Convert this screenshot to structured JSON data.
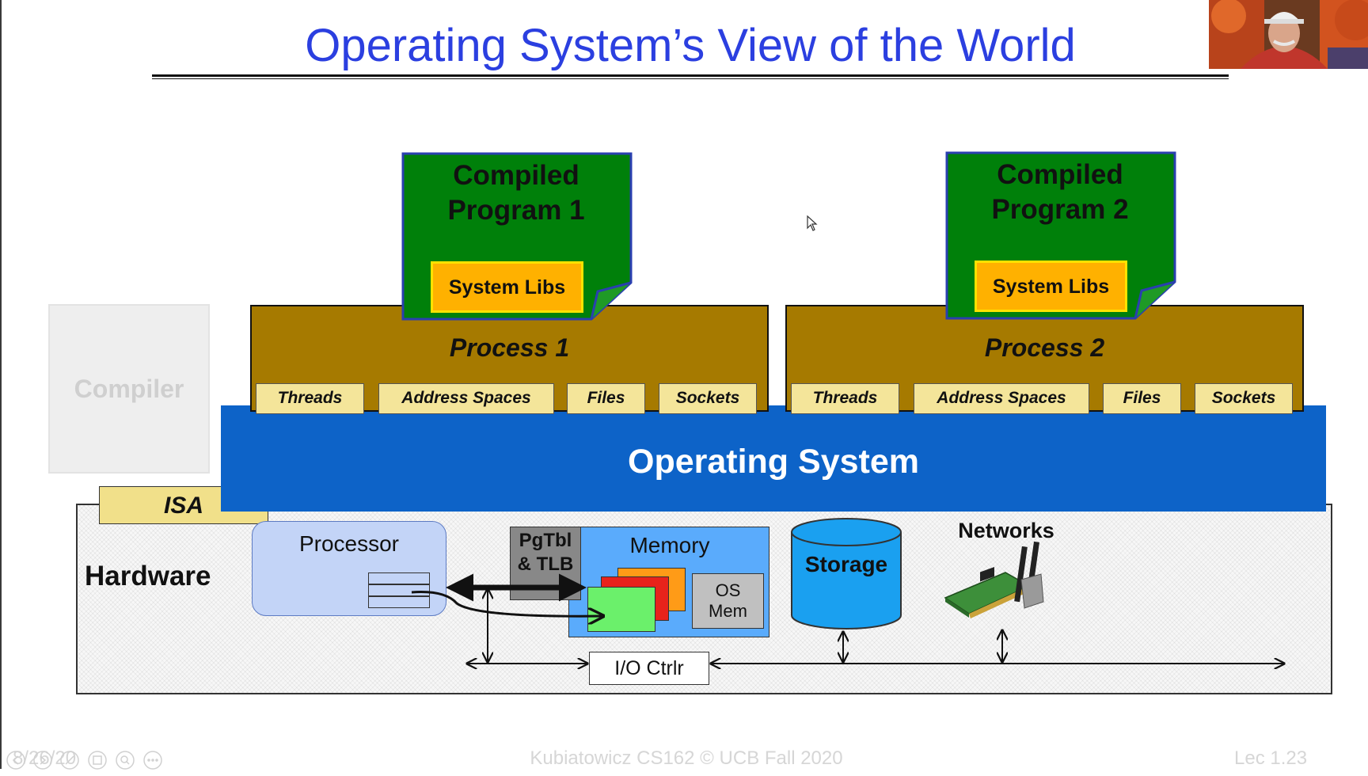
{
  "slide": {
    "title": "Operating System’s View of the World",
    "compiler_label": "Compiler",
    "isa_label": "ISA",
    "os_label": "Operating System",
    "hardware_label": "Hardware",
    "programs": [
      {
        "line1": "Compiled",
        "line2": "Program 1",
        "syslibs": "System Libs"
      },
      {
        "line1": "Compiled",
        "line2": "Program 2",
        "syslibs": "System Libs"
      }
    ],
    "processes": [
      {
        "label": "Process 1",
        "resources": [
          "Threads",
          "Address Spaces",
          "Files",
          "Sockets"
        ]
      },
      {
        "label": "Process 2",
        "resources": [
          "Threads",
          "Address Spaces",
          "Files",
          "Sockets"
        ]
      }
    ],
    "hardware": {
      "processor": "Processor",
      "pgtbl_line1": "PgTbl",
      "pgtbl_line2": "& TLB",
      "memory": "Memory",
      "osmem_line1": "OS",
      "osmem_line2": "Mem",
      "storage": "Storage",
      "networks": "Networks",
      "io_ctrl": "I/O Ctrlr"
    },
    "colors": {
      "title": "#2b3fe0",
      "program": "#00800a",
      "process": "#a67a00",
      "os": "#0d63c8",
      "syslibs": "#ffb100"
    }
  },
  "footer": {
    "date": "8/26/20",
    "center": "Kubiatowicz CS162 © UCB Fall 2020",
    "page": "Lec 1.23"
  }
}
